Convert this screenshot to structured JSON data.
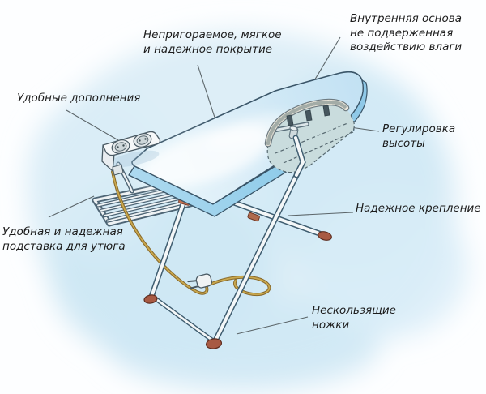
{
  "labels": {
    "cover": "Непригораемое, мягкое\nи надежное покрытие",
    "inner_base": "Внутренняя основа\nне подверженная\nвоздействию влаги",
    "extras": "Удобные дополнения",
    "height_adjustment": "Регулировка высоты",
    "iron_rest": "Удобная и надежная\nподставка для утюга",
    "fastening": "Надежное крепление",
    "feet": "Нескользящие\nножки"
  },
  "colors": {
    "background_wash": "#d8ecf6",
    "board_top": "#ddeff8",
    "board_edge": "#8fc9e8",
    "inner_base_panel": "#c9dcdd",
    "padding_cross_section": "#ece7db",
    "metal_tube": "#f4f7f8",
    "outline": "#3a5568",
    "foot_cap": "#a85a43",
    "cord": "#c9a84e",
    "label_text": "#1c1c1c"
  }
}
